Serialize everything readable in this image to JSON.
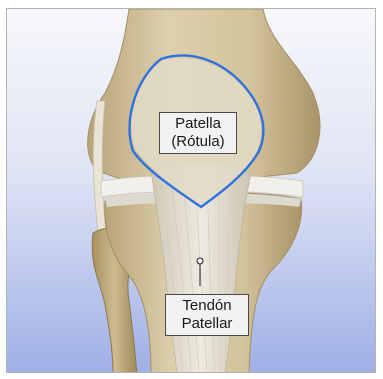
{
  "labels": {
    "patella": {
      "line1": "Patella",
      "line2": "(Rótula)"
    },
    "tendon": {
      "line1": "Tendón",
      "line2": "Patellar"
    }
  },
  "colors": {
    "outline": "#2f72e0",
    "bone": "#d9cba4",
    "tendon": "#e6e2d6",
    "cartilage": "#f2f1ec",
    "background_top": "#f7f8fc",
    "background_bottom": "#9fb0e6"
  }
}
